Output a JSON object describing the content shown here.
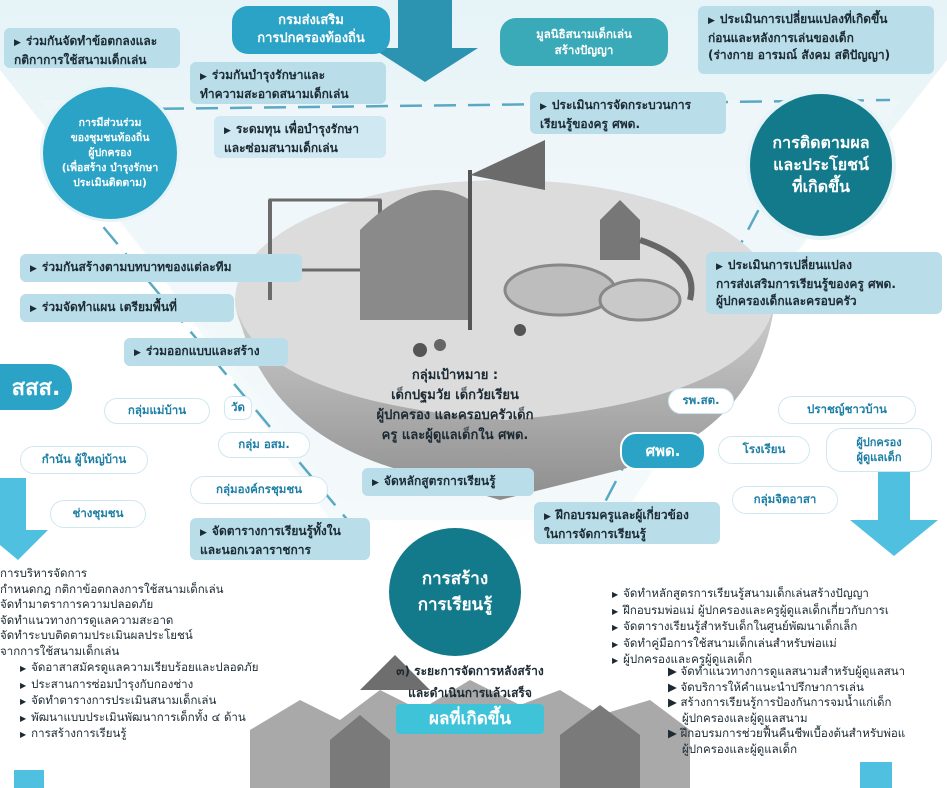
{
  "colors": {
    "accent": "#2aa3c6",
    "box": "#b9dde9",
    "dark_teal": "#137a8c",
    "result": "#3fc3d9"
  },
  "top": {
    "dept_local": "กรมส่งเสริม\nการปกครองท้องถิ่น",
    "foundation": "มูลนิธิสนามเด็กเล่น\nสร้างปัญญา",
    "agree": "ร่วมกันจัดทำข้อตกลงและ\nกติกาการใช้สนามเด็กเล่น",
    "maintain": "ร่วมกันบำรุงรักษาและ\nทำความสะอาดสนามเด็กเล่น",
    "evaluate_change": "ประเมินการเปลี่ยนแปลงที่เกิดขึ้น\nก่อนและหลังการเล่นของเด็ก\n(ร่างกาย อารมณ์ สังคม สติปัญญา)",
    "evaluate_teacher": "ประเมินการจัดกระบวนการ\nเรียนรู้ของครู ศพด.",
    "fundraise": "ระดมทุน เพื่อบำรุงรักษา\nและซ่อมสนามเด็กเล่น"
  },
  "circles": {
    "participation": "การมีส่วนร่วม\nของชุมชนท้องถิ่น\nผู้ปกครอง\n(เพื่อสร้าง บำรุงรักษา\nประเมินติดตาม)",
    "monitoring": "การติดตามผล\nและประโยชน์\nที่เกิดขึ้น",
    "learning": "การสร้าง\nการเรียนรู้"
  },
  "left_boxes": {
    "roles": "ร่วมกันสร้างตามบทบาทของแต่ละทีม",
    "plan": "ร่วมจัดทำแผน เตรียมพื้นที่",
    "design": "ร่วมออกแบบและสร้าง",
    "schedule": "จัดตารางการเรียนรู้ทั้งใน\nและนอกเวลาราชการ",
    "curriculum": "จัดหลักสูตรการเรียนรู้"
  },
  "right_boxes": {
    "evaluate_promote": "ประเมินการเปลี่ยนแปลง\nการส่งเสริมการเรียนรู้ของครู ศพด.\nผู้ปกครองเด็กและครอบครัว",
    "train": "ฝึกอบรมครูและผู้เกี่ยวข้อง\nในการจัดการเรียนรู้"
  },
  "target": {
    "title": "กลุ่มเป้าหมาย :",
    "line1": "เด็กปฐมวัย เด็กวัยเรียน",
    "line2": "ผู้ปกครอง และครอบครัวเด็ก",
    "line3": "ครู และผู้ดูแลเด็กใน ศพด."
  },
  "left_groups": {
    "sss": "สสส.",
    "housewives": "กลุ่มแม่บ้าน",
    "temple": "วัด",
    "kamnan": "กำนัน ผู้ใหญ่บ้าน",
    "osm": "กลุ่ม อสม.",
    "craftsman": "ช่างชุมชน",
    "community_org": "กลุ่มองค์กรชุมชน"
  },
  "right_groups": {
    "rpst": "รพ.สต.",
    "sage": "ปราชญ์ชาวบ้าน",
    "cdc": "ศพด.",
    "school": "โรงเรียน",
    "parents": "ผู้ปกครอง\nผู้ดูแลเด็ก",
    "volunteer": "กลุ่มจิตอาสา"
  },
  "left_list": {
    "items": [
      "การบริหารจัดการ",
      "กำหนดกฎ กติกาข้อตกลงการใช้สนามเด็กเล่น",
      "จัดทำมาตราการความปลอดภัย",
      "จัดทำแนวทางการดูแลความสะอาด",
      "จัดทำระบบติดตามประเมินผลประโยชน์",
      "จากการใช้สนามเด็กเล่น"
    ],
    "sub_items": [
      "จัดอาสาสมัครดูแลความเรียบร้อยและปลอดภัย",
      "ประสานการซ่อมบำรุงกับกองช่าง",
      "จัดทำตารางการประเมินสนามเด็กเล่น",
      "พัฒนาแบบประเมินพัฒนาการเด็กทั้ง ๔ ด้าน",
      "การสร้างการเรียนรู้"
    ]
  },
  "right_list": {
    "items": [
      "จัดทำหลักสูตรการเรียนรู้สนามเด็กเล่นสร้างปัญญา",
      "ฝึกอบรมพ่อแม่ ผู้ปกครองและครูผู้ดูแลเด็กเกี่ยวกับการเ",
      "จัดตารางเรียนรู้สำหรับเด็กในศูนย์พัฒนาเด็กเล็ก",
      "จัดทำคู่มือการใช้สนามเด็กเล่นสำหรับพ่อแม่",
      "ผู้ปกครองและครูผู้ดูแลเด็ก"
    ],
    "sub_items": [
      "จัดทำแนวทางการดูแลสนามสำหรับผู้ดูแลสนา",
      "จัดบริการให้คำแนะนำปรึกษาการเล่น",
      "สร้างการเรียนรู้การป้องกันการจมน้ำแก่เด็ก",
      "ผู้ปกครองและผู้ดูแลสนาม",
      "ฝึกอบรมการช่วยฟื้นคืนชีพเบื้องต้นสำหรับพ่อแ",
      "ผู้ปกครองและผู้ดูแลเด็ก"
    ]
  },
  "bottom": {
    "phase": "๓) ระยะการจัดการหลังสร้าง\nและดำเนินการแล้วเสร็จ",
    "result": "ผลที่เกิดขึ้น"
  }
}
